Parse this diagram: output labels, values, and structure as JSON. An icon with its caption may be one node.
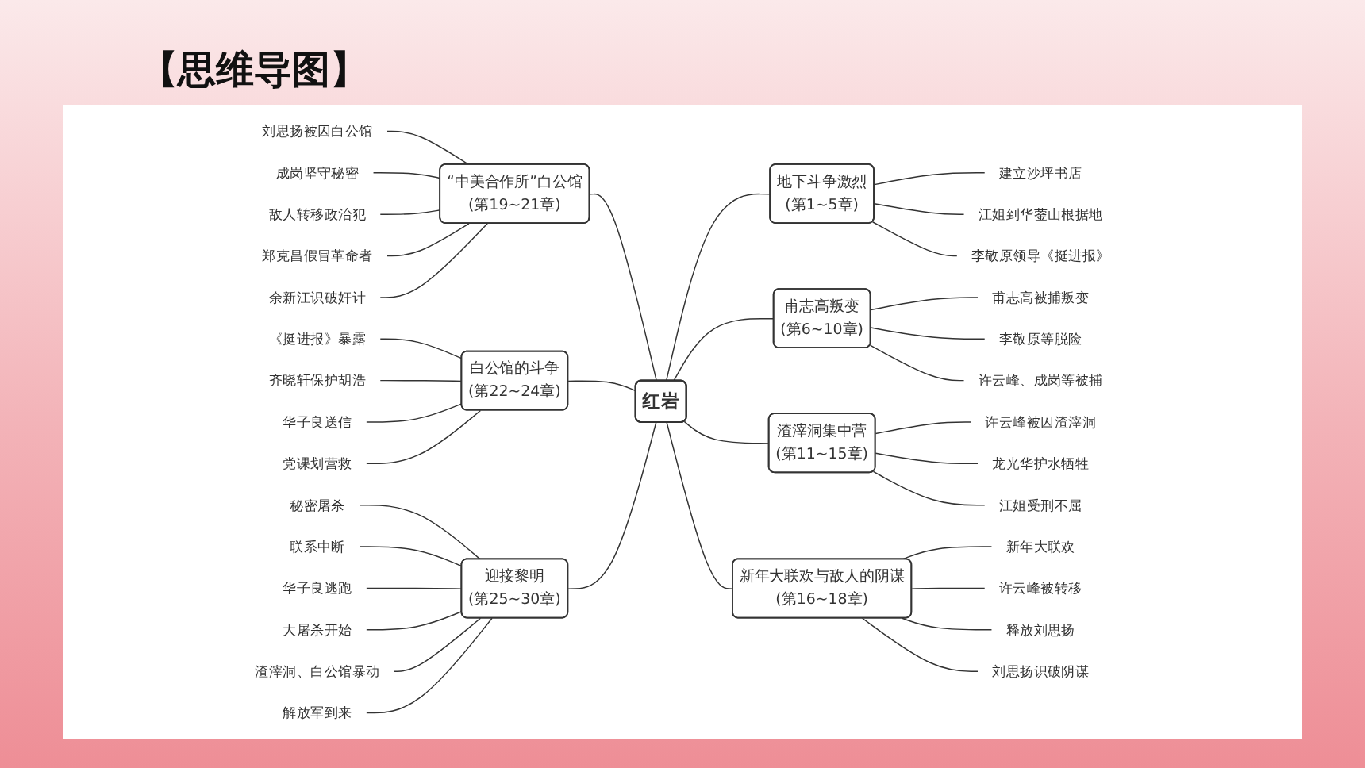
{
  "diagram": {
    "title": "【思维导图】",
    "nodes": [
      {
        "text": [
          "红岩"
        ]
      },
      {
        "text": [
          "地下斗争激烈",
          "(第1~5章)"
        ]
      },
      {
        "text": [
          "建立沙坪书店"
        ]
      },
      {
        "text": [
          "江姐到华蓥山根据地"
        ]
      },
      {
        "text": [
          "李敬原领导《挺进报》"
        ]
      },
      {
        "text": [
          "甫志高叛变",
          "(第6~10章)"
        ]
      },
      {
        "text": [
          "甫志高被捕叛变"
        ]
      },
      {
        "text": [
          "李敬原等脱险"
        ]
      },
      {
        "text": [
          "许云峰、成岗等被捕"
        ]
      },
      {
        "text": [
          "渣滓洞集中营",
          "(第11~15章)"
        ]
      },
      {
        "text": [
          "许云峰被囚渣滓洞"
        ]
      },
      {
        "text": [
          "龙光华护水牺牲"
        ]
      },
      {
        "text": [
          "江姐受刑不屈"
        ]
      },
      {
        "text": [
          "新年大联欢与敌人的阴谋",
          "(第16~18章)"
        ]
      },
      {
        "text": [
          "新年大联欢"
        ]
      },
      {
        "text": [
          "许云峰被转移"
        ]
      },
      {
        "text": [
          "释放刘思扬"
        ]
      },
      {
        "text": [
          "刘思扬识破阴谋"
        ]
      },
      {
        "text": [
          "“中美合作所”白公馆",
          "(第19~21章)"
        ]
      },
      {
        "text": [
          "刘思扬被囚白公馆"
        ]
      },
      {
        "text": [
          "成岗坚守秘密"
        ]
      },
      {
        "text": [
          "敌人转移政治犯"
        ]
      },
      {
        "text": [
          "郑克昌假冒革命者"
        ]
      },
      {
        "text": [
          "余新江识破奸计"
        ]
      },
      {
        "text": [
          "白公馆的斗争",
          "(第22~24章)"
        ]
      },
      {
        "text": [
          "《挺进报》暴露"
        ]
      },
      {
        "text": [
          "齐晓轩保护胡浩"
        ]
      },
      {
        "text": [
          "华子良送信"
        ]
      },
      {
        "text": [
          "党课划营救"
        ]
      },
      {
        "text": [
          "迎接黎明",
          "(第25~30章)"
        ]
      },
      {
        "text": [
          "秘密屠杀"
        ]
      },
      {
        "text": [
          "联系中断"
        ]
      },
      {
        "text": [
          "华子良逃跑"
        ]
      },
      {
        "text": [
          "大屠杀开始"
        ]
      },
      {
        "text": [
          "渣滓洞、白公馆暴动"
        ]
      },
      {
        "text": [
          "解放军到来"
        ]
      }
    ],
    "edges": [
      {
        "from": 0,
        "to": 1,
        "arrow": "none"
      },
      {
        "from": 1,
        "to": 2,
        "arrow": "none"
      },
      {
        "from": 1,
        "to": 3,
        "arrow": "none"
      },
      {
        "from": 1,
        "to": 4,
        "arrow": "none"
      },
      {
        "from": 0,
        "to": 5,
        "arrow": "none"
      },
      {
        "from": 5,
        "to": 6,
        "arrow": "none"
      },
      {
        "from": 5,
        "to": 7,
        "arrow": "none"
      },
      {
        "from": 5,
        "to": 8,
        "arrow": "none"
      },
      {
        "from": 0,
        "to": 9,
        "arrow": "none"
      },
      {
        "from": 9,
        "to": 10,
        "arrow": "none"
      },
      {
        "from": 9,
        "to": 11,
        "arrow": "none"
      },
      {
        "from": 9,
        "to": 12,
        "arrow": "none"
      },
      {
        "from": 0,
        "to": 13,
        "arrow": "none"
      },
      {
        "from": 13,
        "to": 14,
        "arrow": "none"
      },
      {
        "from": 13,
        "to": 15,
        "arrow": "none"
      },
      {
        "from": 13,
        "to": 16,
        "arrow": "none"
      },
      {
        "from": 13,
        "to": 17,
        "arrow": "none"
      },
      {
        "from": 18,
        "to": 0,
        "arrow": "none"
      },
      {
        "from": 19,
        "to": 18,
        "arrow": "none"
      },
      {
        "from": 20,
        "to": 18,
        "arrow": "none"
      },
      {
        "from": 21,
        "to": 18,
        "arrow": "none"
      },
      {
        "from": 22,
        "to": 18,
        "arrow": "none"
      },
      {
        "from": 23,
        "to": 18,
        "arrow": "none"
      },
      {
        "from": 24,
        "to": 0,
        "arrow": "none"
      },
      {
        "from": 25,
        "to": 24,
        "arrow": "none"
      },
      {
        "from": 26,
        "to": 24,
        "arrow": "none"
      },
      {
        "from": 27,
        "to": 24,
        "arrow": "none"
      },
      {
        "from": 28,
        "to": 24,
        "arrow": "none"
      },
      {
        "from": 29,
        "to": 0,
        "arrow": "none"
      },
      {
        "from": 30,
        "to": 29,
        "arrow": "none"
      },
      {
        "from": 31,
        "to": 29,
        "arrow": "none"
      },
      {
        "from": 32,
        "to": 29,
        "arrow": "none"
      },
      {
        "from": 33,
        "to": 29,
        "arrow": "none"
      },
      {
        "from": 34,
        "to": 29,
        "arrow": "none"
      },
      {
        "from": 35,
        "to": 29,
        "arrow": "none"
      }
    ]
  }
}
